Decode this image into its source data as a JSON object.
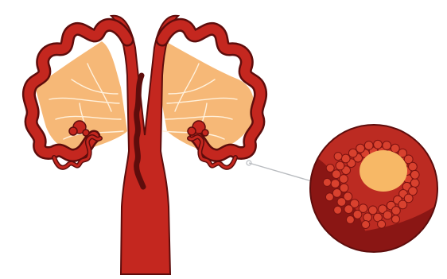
{
  "diagram": {
    "subject": "reproductive-tract-illustration",
    "regions": [
      {
        "id": "central-canal",
        "icon": "canal-shape"
      },
      {
        "id": "left-lobe",
        "icon": "wavy-tube"
      },
      {
        "id": "right-lobe",
        "icon": "wavy-tube"
      },
      {
        "id": "left-coil",
        "icon": "coiled-tubule"
      },
      {
        "id": "right-coil",
        "icon": "coiled-tubule"
      },
      {
        "id": "magnified-inset",
        "icon": "follicle-cross-section"
      }
    ],
    "colors": {
      "tube_fill": "#c4271f",
      "tube_outline": "#5e0d0c",
      "inner_tissue": "#f6b877",
      "vein": "#fff1dc",
      "inset_dark": "#8a1614",
      "inset_mid": "#bc2b22",
      "inset_core": "#f7b866",
      "cell_fill": "#d8412e",
      "cell_outline": "#7a1210",
      "leader_line": "#b9bcc0"
    }
  }
}
